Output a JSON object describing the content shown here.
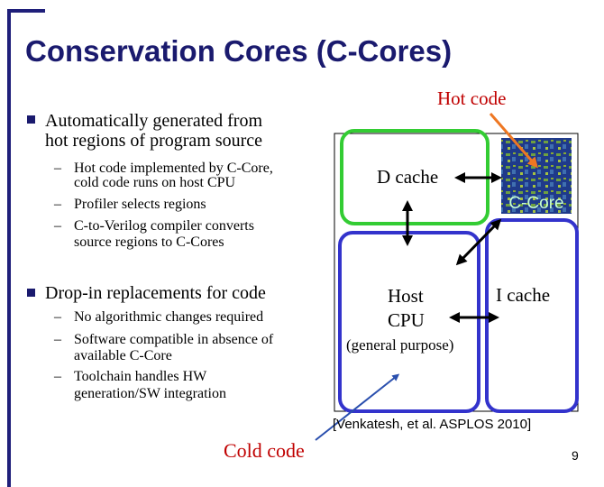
{
  "slide": {
    "title": "Conservation Cores (C-Cores)",
    "page_number": "9",
    "bullets": [
      {
        "lines": [
          "Automatically generated from",
          "hot regions of program source"
        ],
        "subs": [
          [
            "Hot code implemented by C-Core,",
            "cold code runs on host CPU"
          ],
          [
            "Profiler selects regions"
          ],
          [
            "C-to-Verilog compiler converts",
            "source regions to C-Cores"
          ]
        ]
      },
      {
        "lines": [
          "Drop-in replacements for code"
        ],
        "subs": [
          [
            "No algorithmic changes required"
          ],
          [
            "Software compatible in absence of",
            "available C-Core"
          ],
          [
            "Toolchain handles HW",
            "generation/SW integration"
          ]
        ]
      }
    ],
    "dash": "–"
  },
  "diagram": {
    "hot_code": "Hot code",
    "cold_code": "Cold code",
    "d_cache": "D cache",
    "c_core": "C-Core",
    "host_cpu_line1": "Host",
    "host_cpu_line2": "CPU",
    "general_purpose": "(general purpose)",
    "i_cache": "I cache",
    "citation": "[Venkatesh, et al. ASPLOS 2010]",
    "colors": {
      "title": "#1a1a6e",
      "red_label": "#c00000",
      "d_cache_border": "#33cc33",
      "cpu_border": "#3333cc",
      "arrow_orange": "#ee7722",
      "arrow_blue": "#2a4fae",
      "chip_background": "#1f3a8a",
      "c_core_text": "#c8ffd0"
    }
  }
}
